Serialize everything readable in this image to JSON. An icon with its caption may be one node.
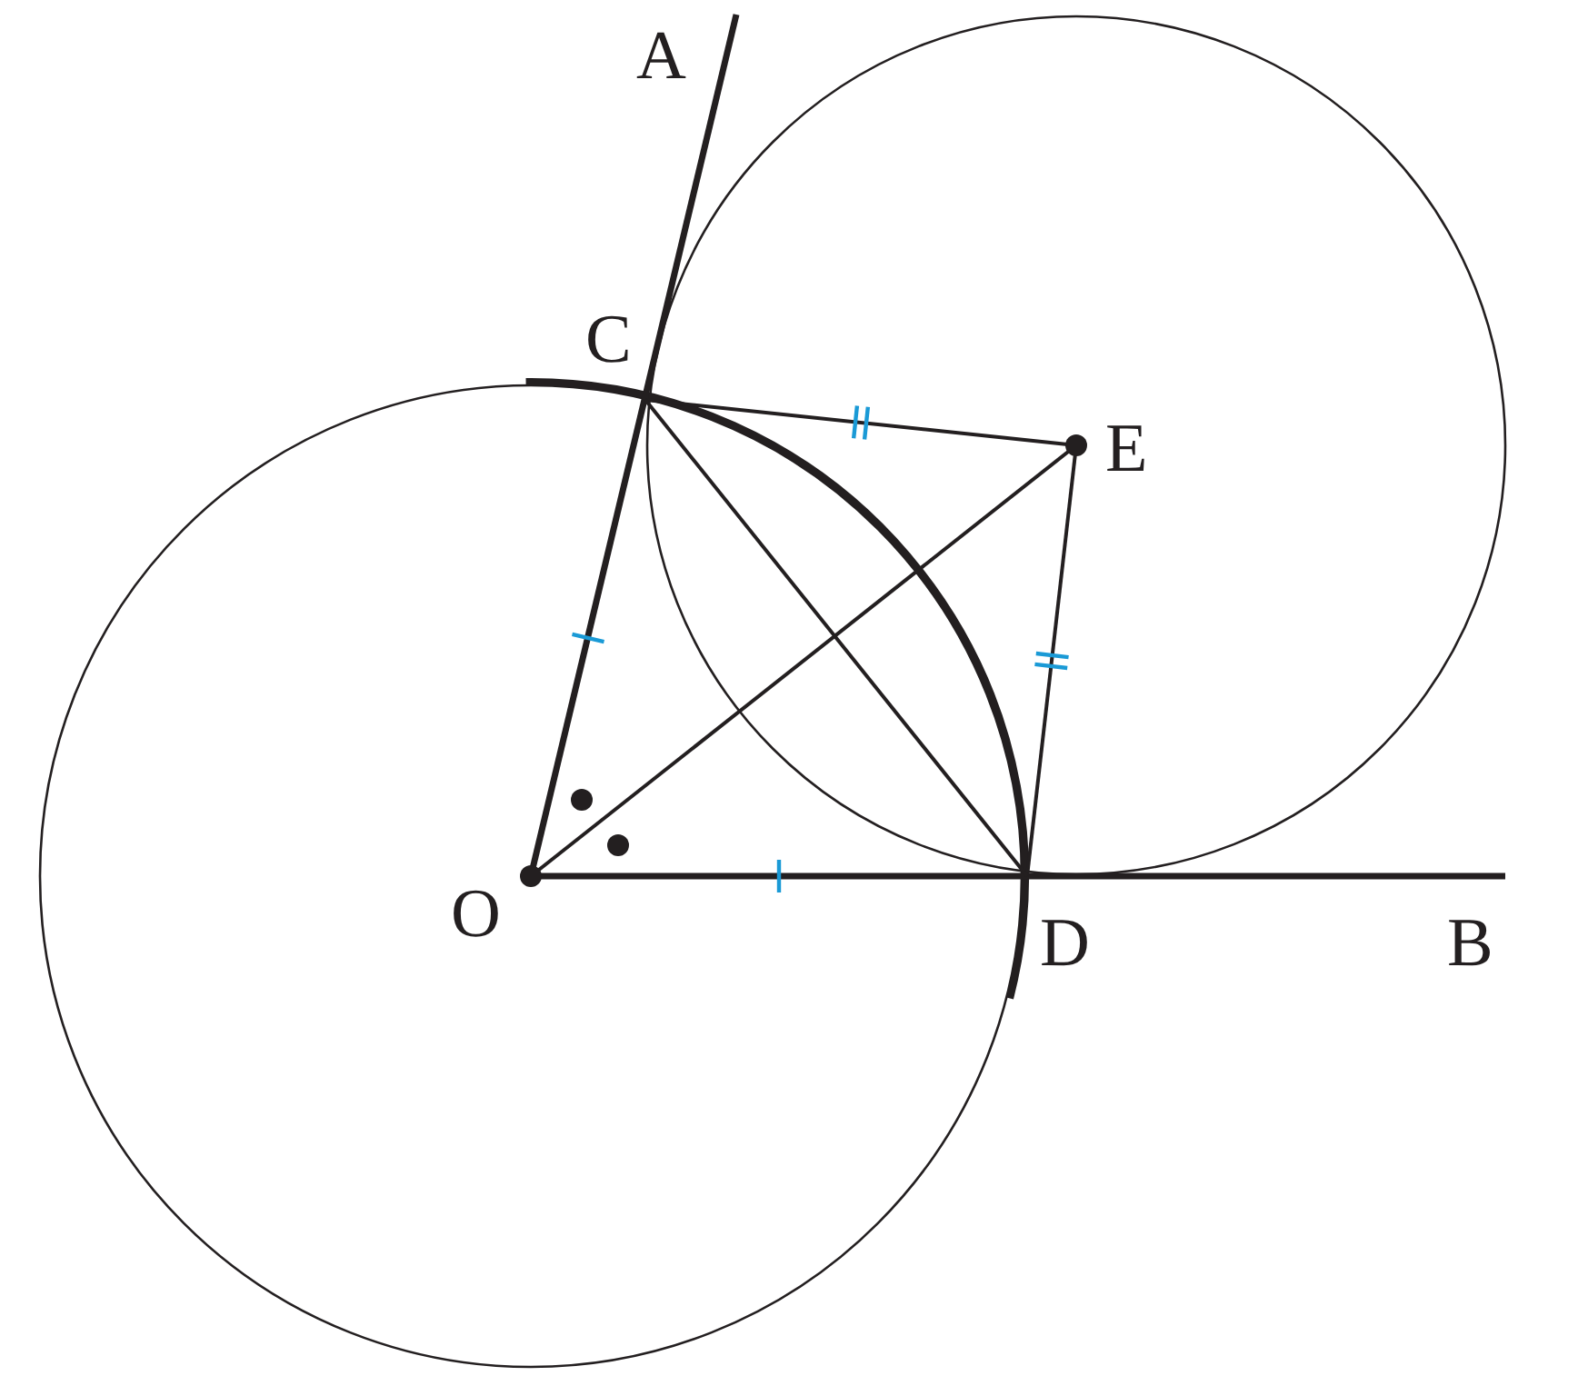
{
  "diagram": {
    "labels": [
      "A",
      "C",
      "E",
      "O",
      "D",
      "B"
    ]
  }
}
